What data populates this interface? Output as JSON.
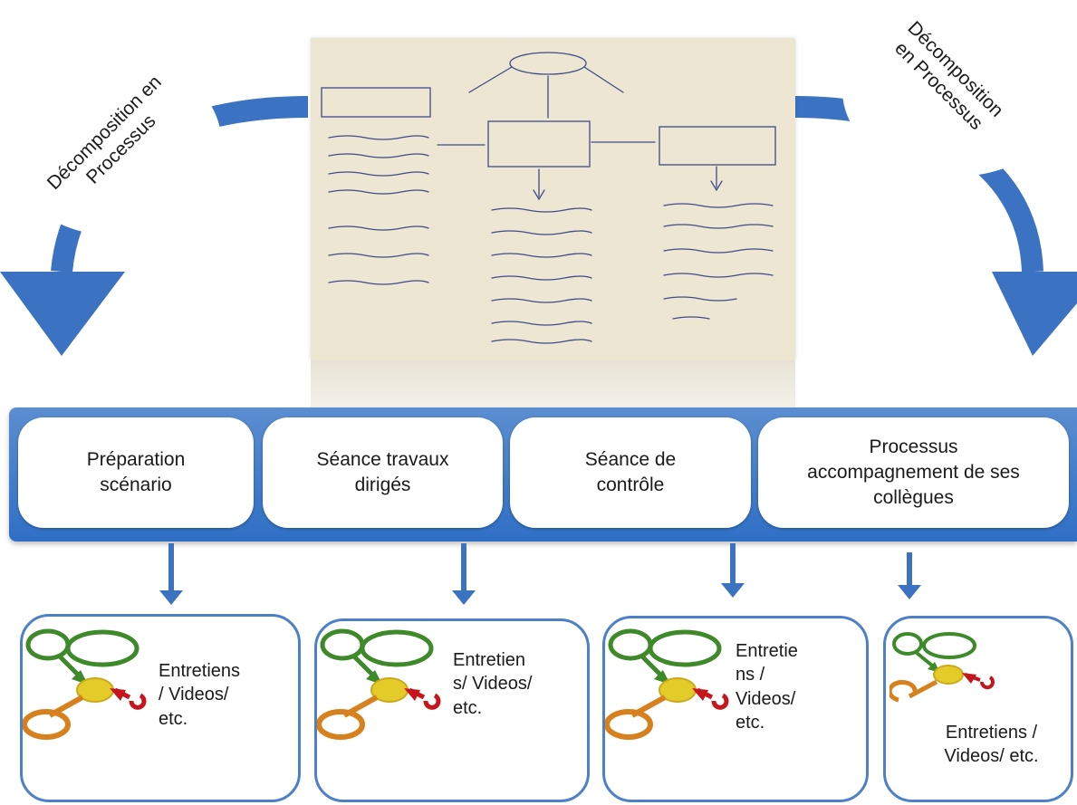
{
  "decomposition_left": "Décomposition en\nProcessus",
  "decomposition_right": "Décomposition\nen Processus",
  "stages": [
    {
      "label": "Préparation\nscénario"
    },
    {
      "label": "Séance travaux\ndirigés"
    },
    {
      "label": "Séance de\ncontrôle"
    },
    {
      "label": "Processus\naccompagnement de ses\ncollègues"
    }
  ],
  "outputs": [
    {
      "label": "Entretiens\n/ Videos/\netc."
    },
    {
      "label": "Entretien\ns/ Videos/\netc."
    },
    {
      "label": "Entretie\nns /\nVideos/\netc."
    },
    {
      "label": "Entretiens /\nVideos/ etc."
    }
  ],
  "colors": {
    "arrow_blue": "#3b72c2",
    "band_blue": "#2f6fc4",
    "box_border": "#4d80c6",
    "icon_green": "#3e8a2a",
    "icon_orange": "#d7801e",
    "icon_red": "#c4161c",
    "icon_yellow": "#e3cc2a"
  }
}
